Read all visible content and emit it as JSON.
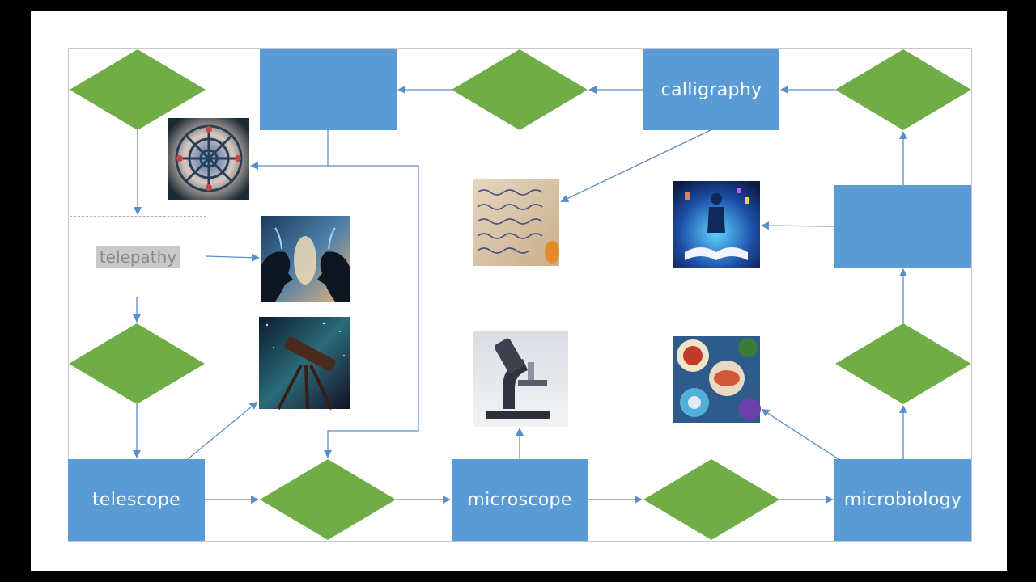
{
  "nodes": {
    "calligraphy": "calligraphy",
    "telepathy": "telepathy",
    "telescope": "telescope",
    "microscope": "microscope",
    "microbiology": "microbiology"
  },
  "images": [
    {
      "name": "kaleidoscope-image",
      "depicts": "kaleidoscope"
    },
    {
      "name": "telepathy-image",
      "depicts": "two heads facing"
    },
    {
      "name": "telescope-image",
      "depicts": "telescope under night sky"
    },
    {
      "name": "calligraphy-image",
      "depicts": "handwritten script"
    },
    {
      "name": "microscope-image",
      "depicts": "microscope"
    },
    {
      "name": "reading-image",
      "depicts": "figure over open book"
    },
    {
      "name": "microbiology-image",
      "depicts": "petri dishes with microbes"
    }
  ],
  "colors": {
    "box": "#5b9bd5",
    "diamond": "#70ad47",
    "connector": "#5b8ec8"
  }
}
